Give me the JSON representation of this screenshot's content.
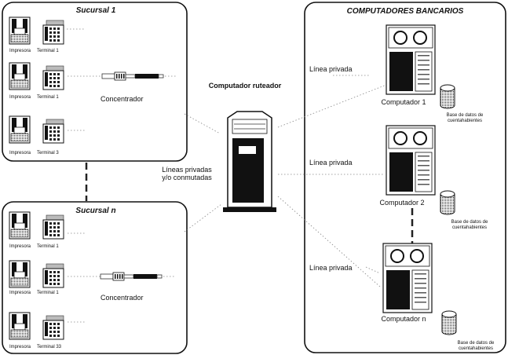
{
  "branch_top": {
    "title": "Sucursal  1",
    "rows": [
      {
        "printer": "Impresora",
        "terminal": "Terminal 1"
      },
      {
        "printer": "Impresora",
        "terminal": "Terminal 1"
      },
      {
        "printer": "Impresora",
        "terminal": "Terminal 3"
      }
    ],
    "concentrator": "Concentrador"
  },
  "branch_bottom": {
    "title": "Sucursal  n",
    "rows": [
      {
        "printer": "Impresora",
        "terminal": "Terminal 1"
      },
      {
        "printer": "Impresora",
        "terminal": "Terminal 1"
      },
      {
        "printer": "Impresora",
        "terminal": "Terminal 33"
      }
    ],
    "concentrator": "Concentrador"
  },
  "router": {
    "label": "Computador ruteador",
    "links_line1": "Líneas privadas",
    "links_line2": "y/o conmutadas"
  },
  "bank": {
    "title": "COMPUTADORES BANCARIOS",
    "computers": [
      {
        "link": "Línea privada",
        "name": "Computador 1",
        "db_line1": "Base de datos de",
        "db_line2": "cuentahabientes"
      },
      {
        "link": "Línea privada",
        "name": "Computador 2",
        "db_line1": "Base de datos de",
        "db_line2": "cuentahabientes"
      },
      {
        "link": "Línea privada",
        "name": "Computador  n",
        "db_line1": "Base de datos de",
        "db_line2": "cuentahabientes"
      }
    ]
  }
}
